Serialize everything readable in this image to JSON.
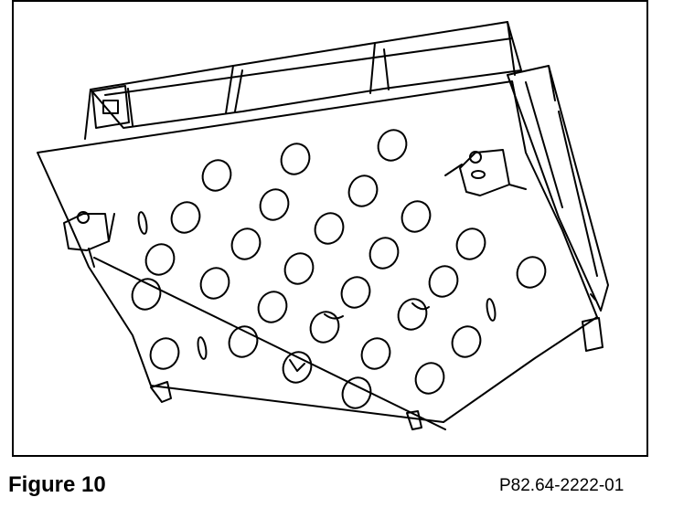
{
  "figure": {
    "caption": "Figure 10",
    "reference": "P82.64-2222-01"
  },
  "drawing": {
    "subject": "perforated-mounting-bracket",
    "line_color": "#000000",
    "background_color": "#ffffff"
  }
}
